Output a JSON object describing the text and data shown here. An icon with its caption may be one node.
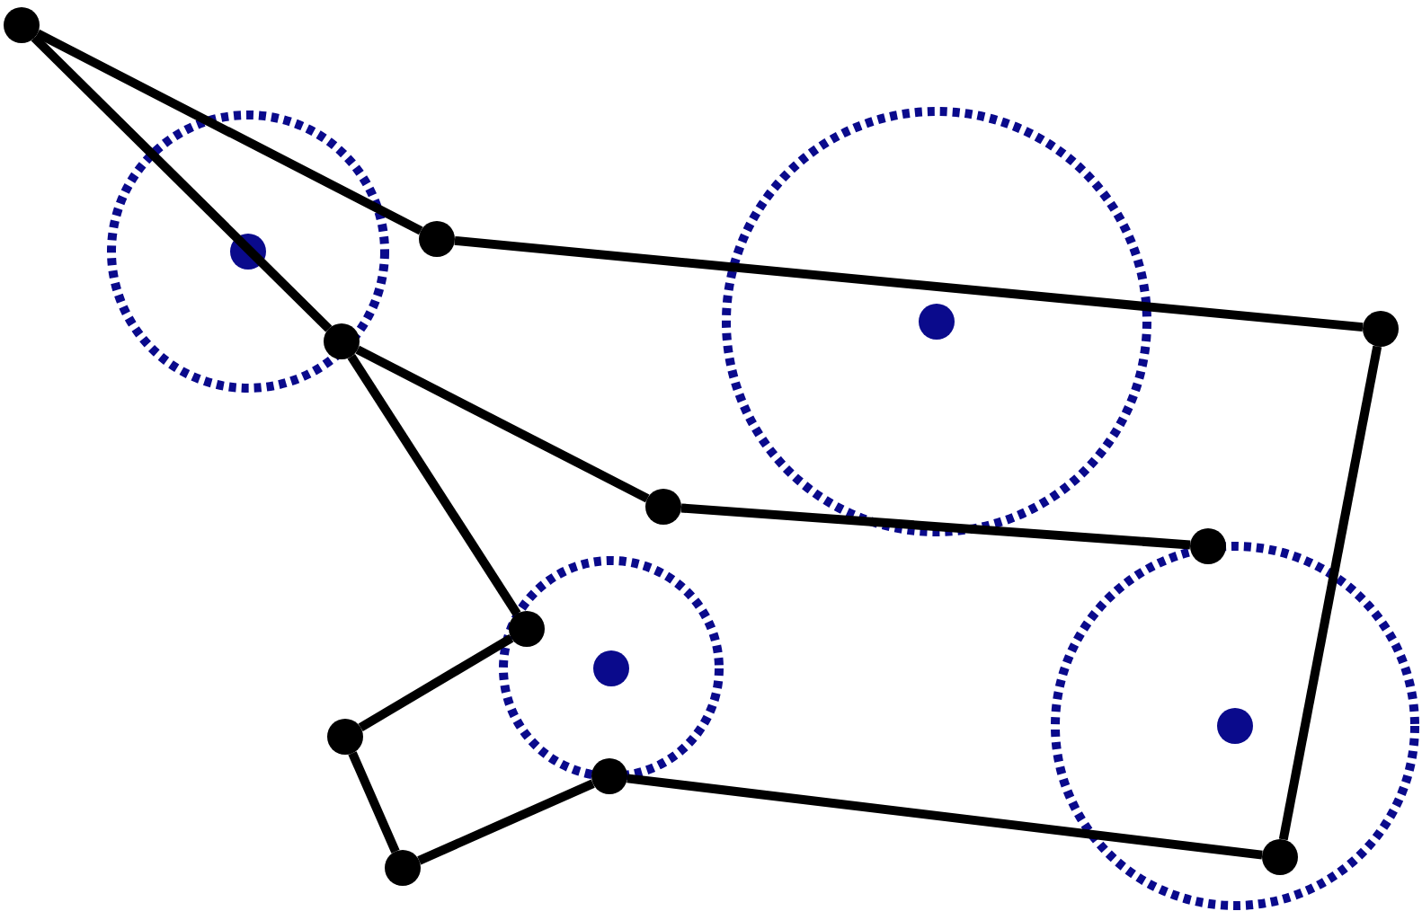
{
  "diagram": {
    "nodes": [
      {
        "text": [],
        "shape": "circle"
      },
      {
        "text": [],
        "shape": "circle"
      },
      {
        "text": [],
        "shape": "circle"
      },
      {
        "text": [],
        "shape": "circle"
      },
      {
        "text": [],
        "shape": "circle"
      },
      {
        "text": [],
        "shape": "circle"
      },
      {
        "text": [],
        "shape": "circle"
      },
      {
        "text": [],
        "shape": "circle"
      },
      {
        "text": [],
        "shape": "circle"
      },
      {
        "text": [],
        "shape": "circle"
      },
      {
        "text": [],
        "shape": "circle"
      }
    ],
    "edges": [
      {
        "from": 0,
        "to": 1,
        "arrow": "none"
      },
      {
        "from": 0,
        "to": 3,
        "arrow": "none"
      },
      {
        "from": 1,
        "to": 2,
        "arrow": "none"
      },
      {
        "from": 2,
        "to": 9,
        "arrow": "none"
      },
      {
        "from": 3,
        "to": 4,
        "arrow": "none"
      },
      {
        "from": 3,
        "to": 6,
        "arrow": "none"
      },
      {
        "from": 4,
        "to": 5,
        "arrow": "none"
      },
      {
        "from": 6,
        "to": 7,
        "arrow": "none"
      },
      {
        "from": 7,
        "to": 10,
        "arrow": "none"
      },
      {
        "from": 10,
        "to": 8,
        "arrow": "none"
      },
      {
        "from": 8,
        "to": 9,
        "arrow": "none"
      }
    ]
  }
}
